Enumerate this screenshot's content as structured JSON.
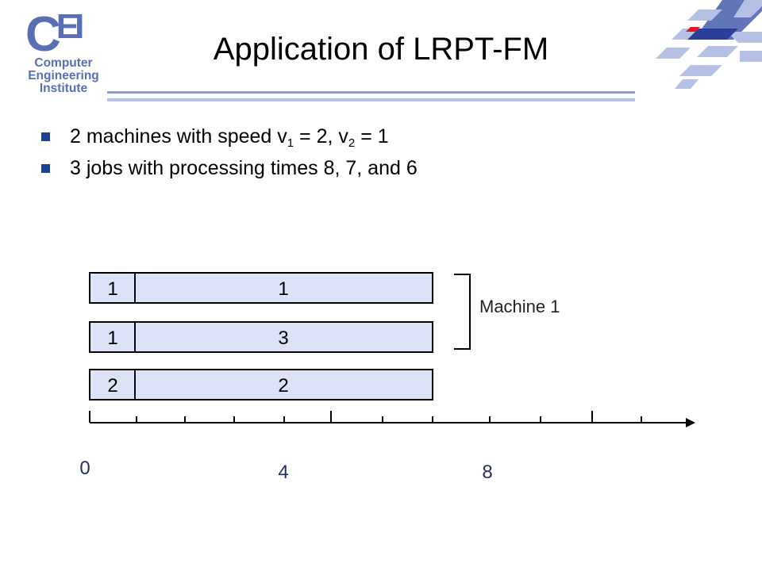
{
  "logo": {
    "letters_c": "C",
    "letters_e": "E",
    "letters_i": "I",
    "line1": "Computer",
    "line2": "Engineering",
    "line3": "Institute",
    "color": "#5a6fb3"
  },
  "title": "Application of LRPT-FM",
  "bullets": [
    {
      "pre": "2 machines with speed v",
      "sub1": "1",
      "mid": " = 2, v",
      "sub2": "2",
      "post": " = 1"
    },
    {
      "text": "3 jobs with processing times 8, 7, and 6"
    }
  ],
  "gantt": {
    "rows": [
      {
        "left": "1",
        "right": "1"
      },
      {
        "left": "1",
        "right": "3"
      },
      {
        "left": "2",
        "right": "2"
      }
    ],
    "bracket_label": "Machine 1",
    "axis_labels": [
      "0",
      "4",
      "8"
    ],
    "bar_fill": "#dde3f6",
    "bar_stroke": "#000000"
  }
}
